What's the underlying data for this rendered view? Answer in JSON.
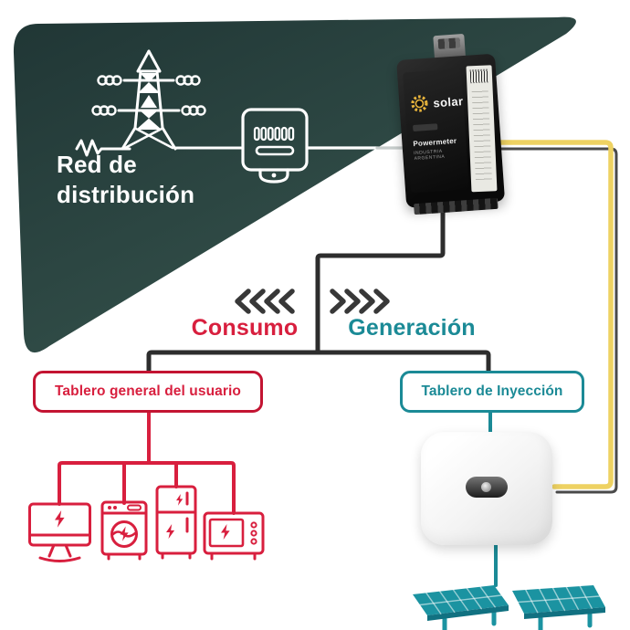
{
  "grid": {
    "label": "Red de distribución"
  },
  "device": {
    "brand": "solar",
    "product": "Powermeter",
    "origin": "INDUSTRIA ARGENTINA"
  },
  "flows": {
    "consumo": {
      "label": "Consumo",
      "direction": "left"
    },
    "generacion": {
      "label": "Generación",
      "direction": "right"
    }
  },
  "panels": {
    "user": {
      "label": "Tablero general del usuario"
    },
    "injection": {
      "label": "Tablero de Inyección"
    }
  },
  "icons": {
    "grid": "transmission-tower-icon",
    "utility_meter": "electricity-meter-icon",
    "appliances": [
      "tv-icon",
      "washing-machine-icon",
      "refrigerator-icon",
      "microwave-icon"
    ],
    "generation": [
      "solar-inverter",
      "solar-panels-icon"
    ],
    "device_logo": "sun-gear-icon"
  },
  "colors": {
    "background": "#ffffff",
    "grid_panel_dark": "#203635",
    "grid_panel_light": "#38564f",
    "wire_dark": "#2d2d2d",
    "chevron": "#383838",
    "wire_yellow": "#eed262",
    "wire_yellow_shadow": "#4a4a4a",
    "accent_red": "#d81f3e",
    "red_border": "#c31432",
    "accent_teal": "#1b8a96",
    "panel_teal": "#1b93a1",
    "panel_teal_dark": "#117181",
    "logo_yellow": "#e9b53c"
  }
}
